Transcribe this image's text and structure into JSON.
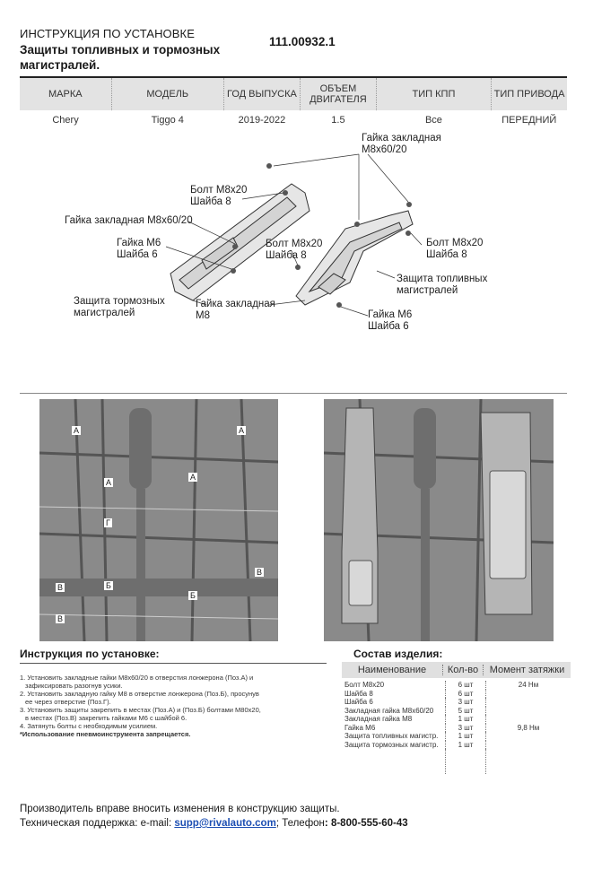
{
  "header": {
    "title_line1": "ИНСТРУКЦИЯ ПО УСТАНОВКЕ",
    "title_line2": "Защиты топливных и тормозных магистралей.",
    "part_number": "111.00932.1"
  },
  "spec_table": {
    "columns": [
      "МАРКА",
      "МОДЕЛЬ",
      "ГОД ВЫПУСКА",
      "ОБЪЕМ ДВИГАТЕЛЯ",
      "ТИП КПП",
      "ТИП ПРИВОДА"
    ],
    "row": [
      "Chery",
      "Tiggo 4",
      "2019-2022",
      "1.5",
      "Все",
      "ПЕРЕДНИЙ"
    ]
  },
  "diagram_labels": {
    "nut_top_1": "Гайка закладная",
    "nut_top_2": "М8х60/20",
    "bolt_left_1": "Болт М8х20",
    "bolt_left_2": "Шайба 8",
    "nut_left": "Гайка закладная М8х60/20",
    "nut_m6_left_1": "Гайка М6",
    "nut_m6_left_2": "Шайба 6",
    "bolt_mid_1": "Болт М8х20",
    "bolt_mid_2": "Шайба 8",
    "bolt_right_1": "Болт М8х20",
    "bolt_right_2": "Шайба 8",
    "fuel_guard_1": "Защита топливных",
    "fuel_guard_2": "магистралей",
    "brake_guard_1": "Защита тормозных",
    "brake_guard_2": "магистралей",
    "nut_m8_1": "Гайка закладная",
    "nut_m8_2": "М8",
    "nut_m6_right_1": "Гайка М6",
    "nut_m6_right_2": "Шайба 6"
  },
  "photo_markers": [
    "А",
    "А",
    "А",
    "А",
    "Г",
    "Б",
    "Б",
    "В",
    "В",
    "В"
  ],
  "instructions": {
    "title": "Инструкция по установке:",
    "steps": [
      "1. Установить закладные гайки М8х60/20 в отверстия лонжерона (Поз.А) и",
      "зафиксировать разогнув усики.",
      "2. Установить закладную гайку М8 в отверстие лонжерона (Поз.Б), просунув",
      "ее через отверстие (Поз.Г).",
      "3. Установить защиты закрепить в местах (Поз.А) и (Поз.Б) болтами М80х20,",
      "в местах (Поз.В) закрепить гайками М6 с шайбой 6.",
      "4. Затянуть болты с необходимым усилием."
    ],
    "warning": "*Использование пневмоинструмента запрещается."
  },
  "composition": {
    "title": "Состав изделия:",
    "headers": [
      "Наименование",
      "Кол-во",
      "Момент затяжки"
    ],
    "rows": [
      [
        "Болт М8х20",
        "6 шт",
        "24 Нм"
      ],
      [
        "Шайба 8",
        "6 шт",
        ""
      ],
      [
        "Шайба 6",
        "3 шт",
        ""
      ],
      [
        "Закладная гайка М8х60/20",
        "5 шт",
        ""
      ],
      [
        "Закладная гайка М8",
        "1 шт",
        ""
      ],
      [
        "Гайка М6",
        "3 шт",
        "9,8 Нм"
      ],
      [
        "Защита топливных магистр.",
        "1 шт",
        ""
      ],
      [
        "Защита тормозных магистр.",
        "1 шт",
        ""
      ]
    ]
  },
  "footer": {
    "line1": "Производитель вправе вносить изменения в конструкцию защиты.",
    "support_label": "Техническая поддержка:  e-mail: ",
    "email": "supp@rivalauto.com",
    "phone_label": "; Телефон",
    "phone": ": 8-800-555-60-43"
  }
}
